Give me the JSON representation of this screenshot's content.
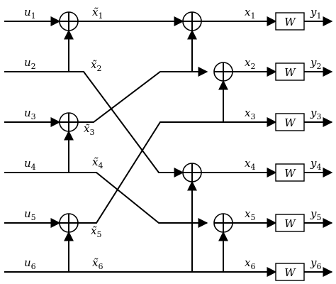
{
  "inputs": [
    {
      "base": "u",
      "sub": "1"
    },
    {
      "base": "u",
      "sub": "2"
    },
    {
      "base": "u",
      "sub": "3"
    },
    {
      "base": "u",
      "sub": "4"
    },
    {
      "base": "u",
      "sub": "5"
    },
    {
      "base": "u",
      "sub": "6"
    }
  ],
  "intermediate": [
    {
      "base": "x̃",
      "sub": "1"
    },
    {
      "base": "x̃",
      "sub": "2"
    },
    {
      "base": "x̃",
      "sub": "3"
    },
    {
      "base": "x̃",
      "sub": "4"
    },
    {
      "base": "x̃",
      "sub": "5"
    },
    {
      "base": "x̃",
      "sub": "6"
    }
  ],
  "codeword": [
    {
      "base": "x",
      "sub": "1"
    },
    {
      "base": "x",
      "sub": "2"
    },
    {
      "base": "x",
      "sub": "3"
    },
    {
      "base": "x",
      "sub": "4"
    },
    {
      "base": "x",
      "sub": "5"
    },
    {
      "base": "x",
      "sub": "6"
    }
  ],
  "channel_label": "W",
  "outputs": [
    {
      "base": "y",
      "sub": "1"
    },
    {
      "base": "y",
      "sub": "2"
    },
    {
      "base": "y",
      "sub": "3"
    },
    {
      "base": "y",
      "sub": "4"
    },
    {
      "base": "y",
      "sub": "5"
    },
    {
      "base": "y",
      "sub": "6"
    }
  ]
}
